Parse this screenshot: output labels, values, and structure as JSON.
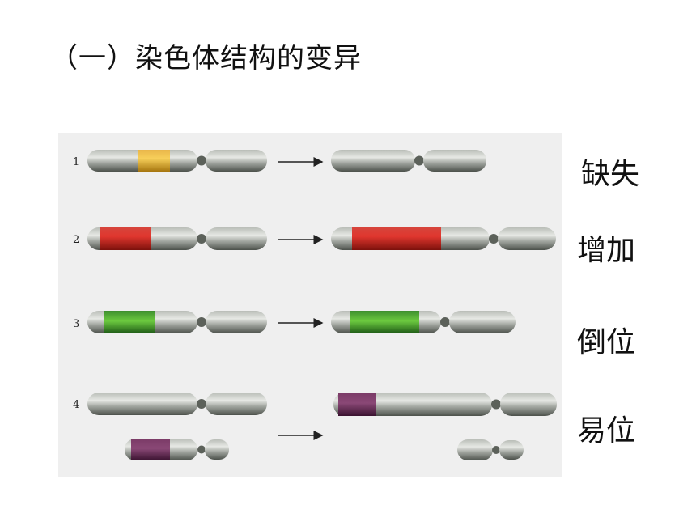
{
  "title": "（一）染色体结构的变异",
  "rows": [
    {
      "number": "1",
      "type": "缺失"
    },
    {
      "number": "2",
      "type": "增加"
    },
    {
      "number": "3",
      "type": "倒位"
    },
    {
      "number": "4",
      "type": "易位"
    }
  ],
  "colors": {
    "chromatid": "#8d928b",
    "band_yellow": "#d9a21e",
    "band_red": "#c8231e",
    "band_green": "#39a12a",
    "band_purple": "#5a2248",
    "panel": "#efefef"
  }
}
